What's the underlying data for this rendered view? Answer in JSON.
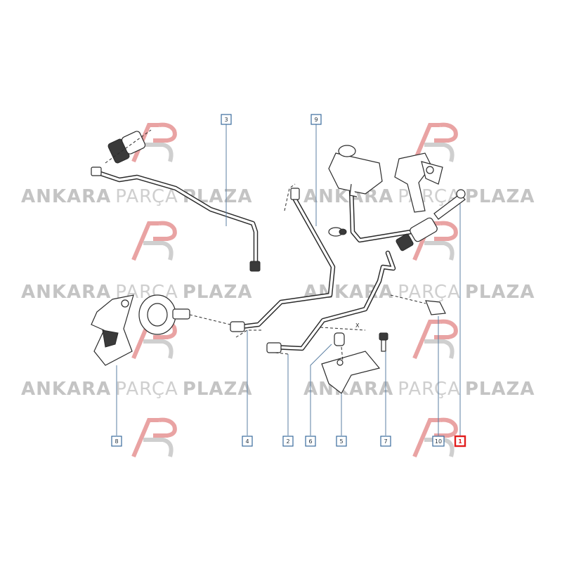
{
  "watermark": {
    "bold_a": "ANKARA",
    "light": "PARÇA",
    "bold_b": "PLAZA",
    "logo_color": "#e9a3a3"
  },
  "callouts": [
    {
      "id": "c1",
      "label": "1",
      "highlight": true
    },
    {
      "id": "c2",
      "label": "2",
      "highlight": false
    },
    {
      "id": "c3",
      "label": "3",
      "highlight": false
    },
    {
      "id": "c4",
      "label": "4",
      "highlight": false
    },
    {
      "id": "c5",
      "label": "5",
      "highlight": false
    },
    {
      "id": "c6",
      "label": "6",
      "highlight": false
    },
    {
      "id": "c7",
      "label": "7",
      "highlight": false
    },
    {
      "id": "c8",
      "label": "8",
      "highlight": false
    },
    {
      "id": "c9",
      "label": "9",
      "highlight": false
    },
    {
      "id": "c10",
      "label": "10",
      "highlight": false
    }
  ],
  "marks": {
    "dimension_x": "X"
  },
  "colors": {
    "highlight": "#e11d1d",
    "callout_border": "#3a6b9c"
  }
}
